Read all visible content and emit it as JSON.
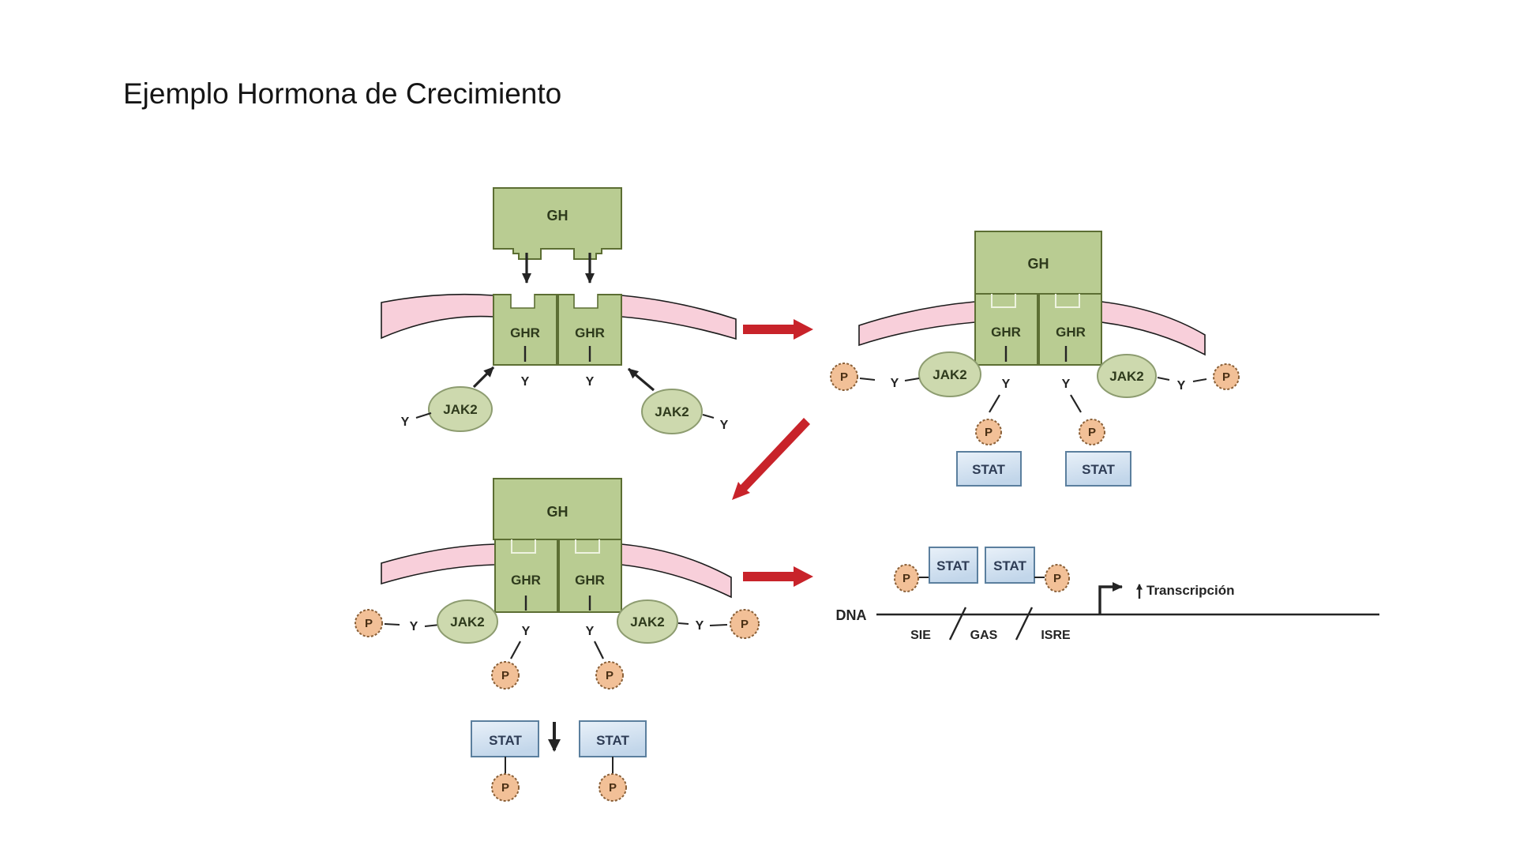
{
  "title": "Ejemplo Hormona de Crecimiento",
  "labels": {
    "gh": "GH",
    "ghr": "GHR",
    "jak2": "JAK2",
    "stat": "STAT",
    "p": "P",
    "y": "Y",
    "dna": "DNA",
    "sie": "SIE",
    "gas": "GAS",
    "isre": "ISRE",
    "transcription": "Transcripción"
  },
  "colors": {
    "green_fill": "#b9cc92",
    "green_border": "#5c6e33",
    "green_text": "#2e3a1c",
    "jak2_fill": "#cdd9ae",
    "jak2_border": "#8d9c70",
    "membrane_fill": "#f8cfda",
    "membrane_line": "#1c1c1c",
    "red_arrow": "#c8232a",
    "stat_fill_top": "#e9f1f9",
    "stat_fill_bottom": "#c2d6ea",
    "stat_border": "#5b7f9e",
    "stat_text": "#2e3c55",
    "p_fill": "#f2c097",
    "p_border": "#8a6038",
    "p_text": "#4a3015",
    "text_dark": "#242424"
  }
}
